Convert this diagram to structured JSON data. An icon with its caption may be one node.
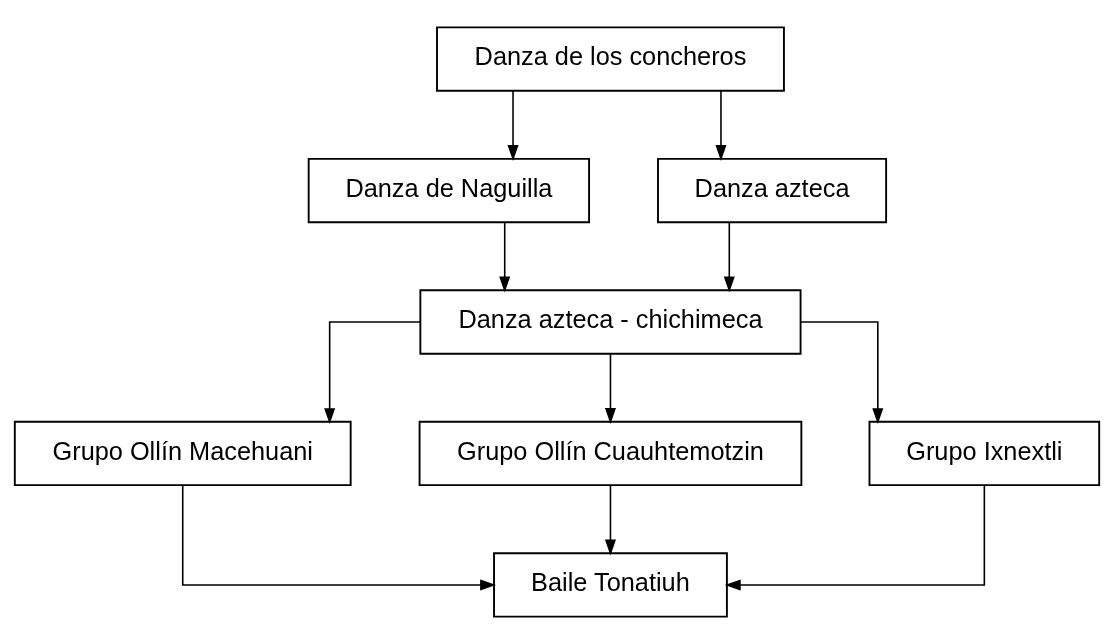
{
  "diagram": {
    "nodes": [
      {
        "text": [
          "Danza de los concheros"
        ]
      },
      {
        "text": [
          "Danza de Naguilla"
        ]
      },
      {
        "text": [
          "Danza azteca"
        ]
      },
      {
        "text": [
          "Danza azteca - chichimeca"
        ]
      },
      {
        "text": [
          "Grupo Ollín Macehuani"
        ]
      },
      {
        "text": [
          "Grupo Ollín Cuauhtemotzin"
        ]
      },
      {
        "text": [
          "Grupo Ixnextli"
        ]
      },
      {
        "text": [
          "Baile Tonatiuh"
        ]
      }
    ],
    "edges": [
      {
        "from": 0,
        "to": 1,
        "arrow": "to"
      },
      {
        "from": 0,
        "to": 2,
        "arrow": "to"
      },
      {
        "from": 1,
        "to": 3,
        "arrow": "to"
      },
      {
        "from": 2,
        "to": 3,
        "arrow": "to"
      },
      {
        "from": 3,
        "to": 4,
        "arrow": "to"
      },
      {
        "from": 3,
        "to": 5,
        "arrow": "to"
      },
      {
        "from": 3,
        "to": 6,
        "arrow": "to"
      },
      {
        "from": 4,
        "to": 7,
        "arrow": "to"
      },
      {
        "from": 5,
        "to": 7,
        "arrow": "to"
      },
      {
        "from": 6,
        "to": 7,
        "arrow": "to"
      }
    ]
  }
}
